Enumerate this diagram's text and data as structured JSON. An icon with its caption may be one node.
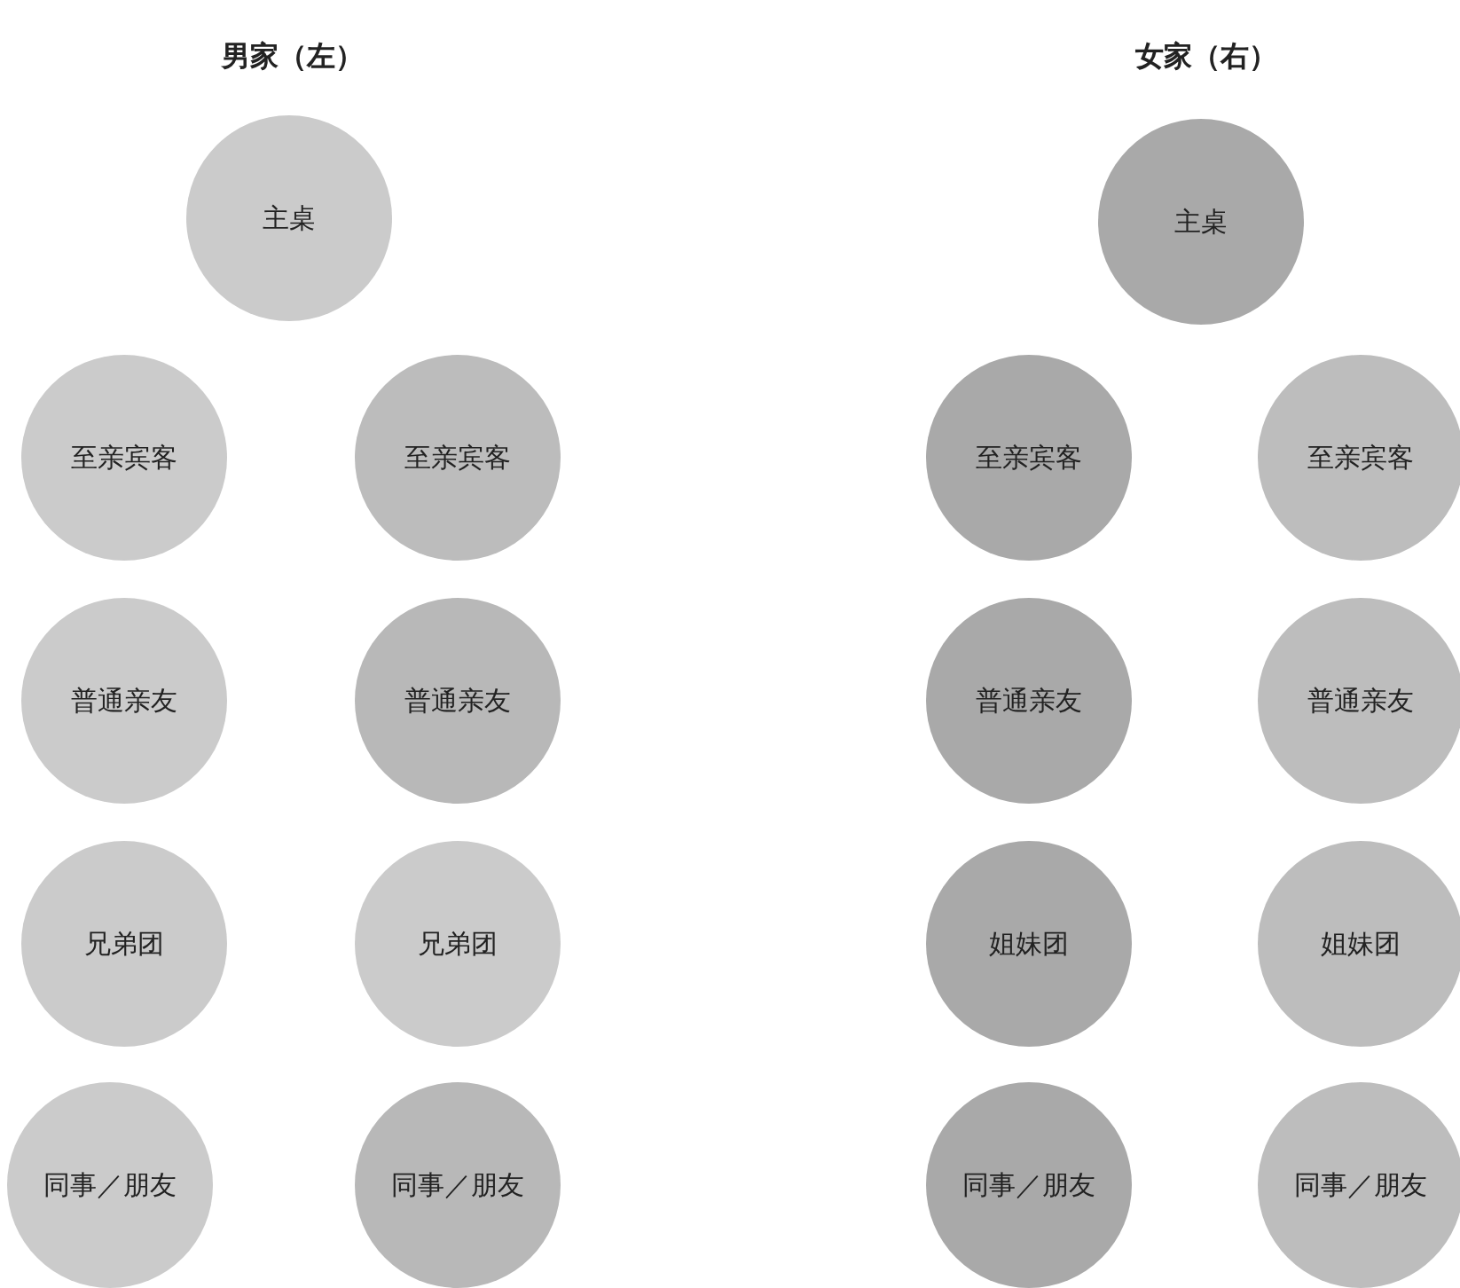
{
  "diagram": {
    "nodes": [
      {
        "text": [
          "主桌"
        ]
      },
      {
        "text": [
          "主桌"
        ]
      },
      {
        "text": [
          "至亲宾客"
        ]
      },
      {
        "text": [
          "至亲宾客"
        ]
      },
      {
        "text": [
          "至亲宾客"
        ]
      },
      {
        "text": [
          "至亲宾客"
        ]
      },
      {
        "text": [
          "普通亲友"
        ]
      },
      {
        "text": [
          "普通亲友"
        ]
      },
      {
        "text": [
          "普通亲友"
        ]
      },
      {
        "text": [
          "普通亲友"
        ]
      },
      {
        "text": [
          "兄弟团"
        ]
      },
      {
        "text": [
          "兄弟团"
        ]
      },
      {
        "text": [
          "姐妹团"
        ]
      },
      {
        "text": [
          "姐妹团"
        ]
      },
      {
        "text": [
          "同事／朋友"
        ]
      },
      {
        "text": [
          "同事／朋友"
        ]
      },
      {
        "text": [
          "同事／朋友"
        ]
      },
      {
        "text": [
          "同事／朋友"
        ]
      }
    ],
    "labels": [
      "男家（左）",
      "女家（右）"
    ]
  }
}
